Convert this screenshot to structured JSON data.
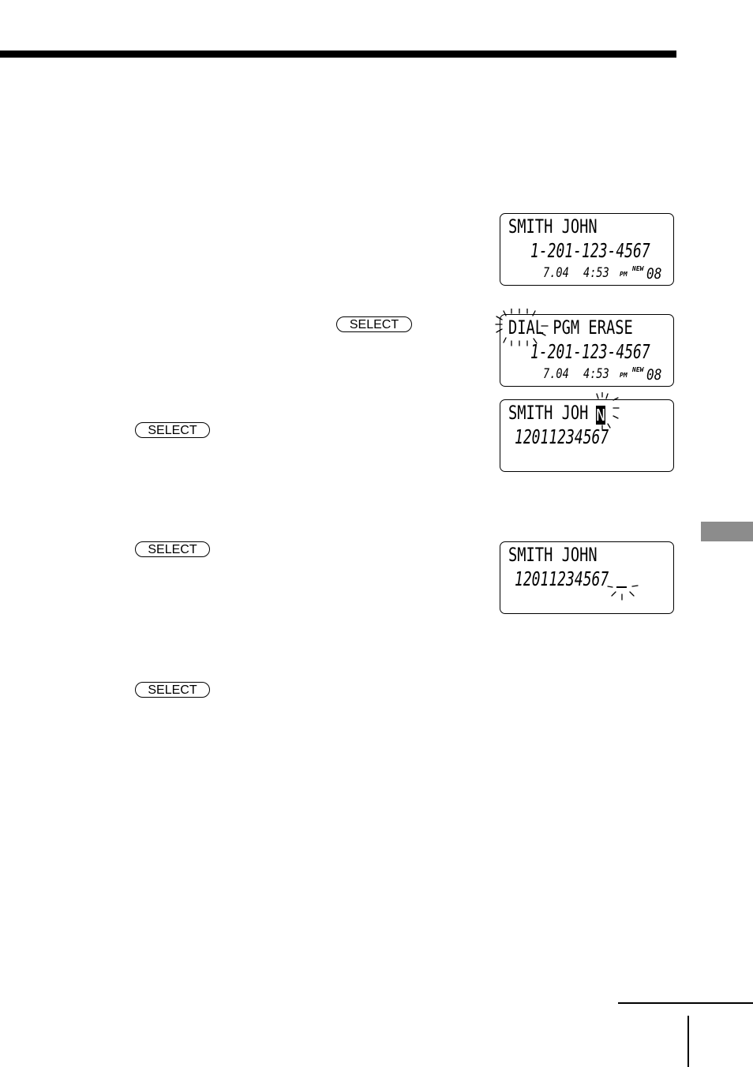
{
  "buttons": {
    "select_label": "SELECT"
  },
  "lcd1": {
    "name": "SMITH JOHN",
    "number": "1-201-123-4567",
    "date": "7.04",
    "time": "4:53",
    "ampm": "PM",
    "new_label": "NEW",
    "count": "08"
  },
  "lcd2": {
    "menu": "DIAL PGM ERASE",
    "number": "1-201-123-4567",
    "date": "7.04",
    "time": "4:53",
    "ampm": "PM",
    "new_label": "NEW",
    "count": "08"
  },
  "lcd3": {
    "name": "SMITH JOH",
    "cursor_char": "N",
    "number": "12011234567"
  },
  "lcd4": {
    "name": "SMITH JOHN",
    "number": "12011234567"
  },
  "colors": {
    "side_tab": "#8c8c8c",
    "ink": "#000000"
  }
}
